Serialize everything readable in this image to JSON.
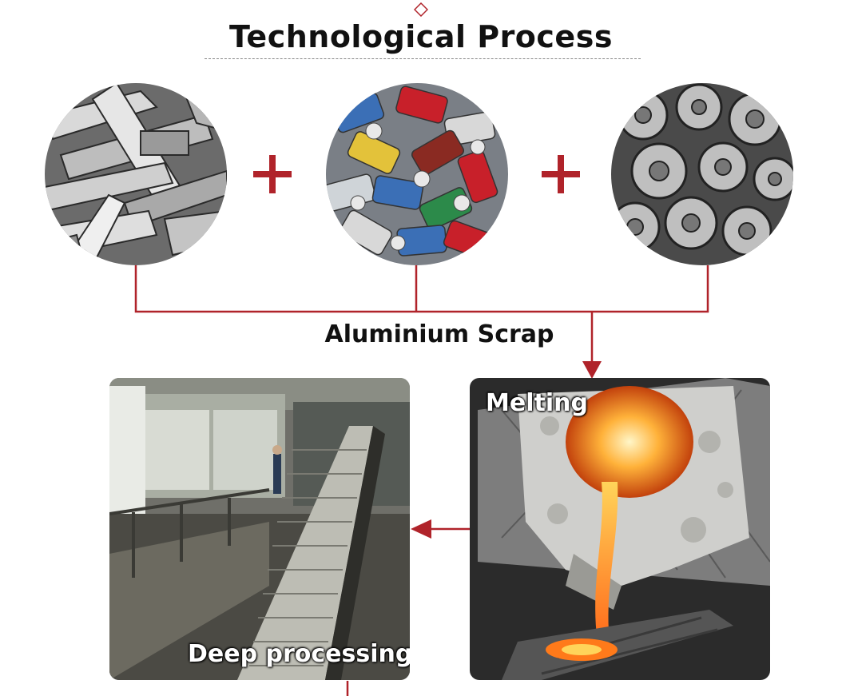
{
  "header": {
    "title": "Technological Process"
  },
  "flow": {
    "scrap_label": "Aluminium Scrap",
    "melting_label": "Melting",
    "deep_processing_label": "Deep processing"
  },
  "colors": {
    "accent": "#b0232a",
    "title": "#111111"
  },
  "icons": [
    "diamond-icon",
    "plus-icon",
    "arrow-down-icon",
    "arrow-left-icon"
  ]
}
